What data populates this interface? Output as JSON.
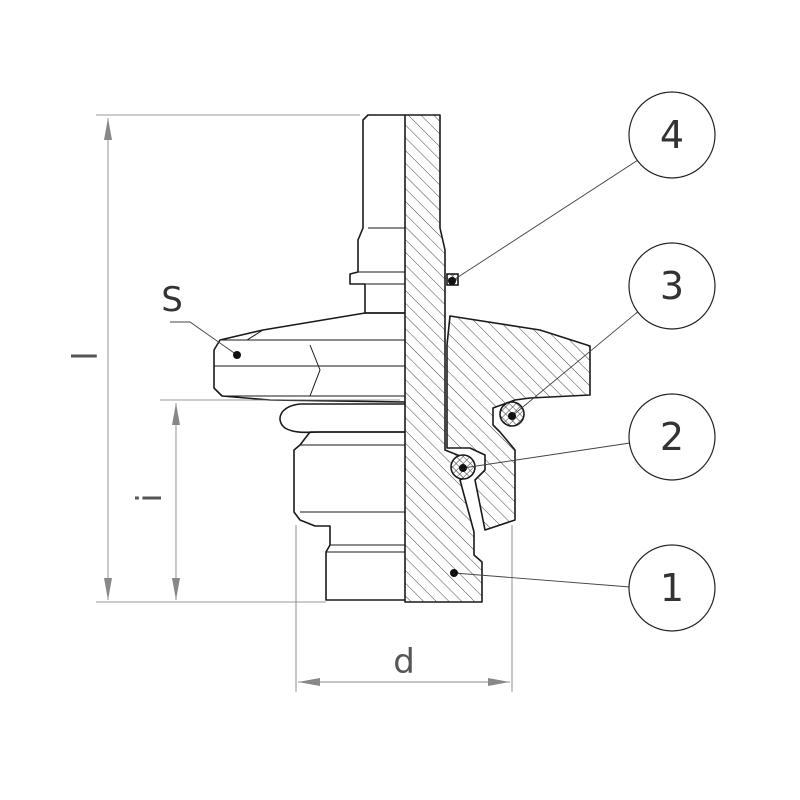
{
  "dimensions": {
    "l": "l",
    "i": "i",
    "d": "d",
    "s": "S"
  },
  "parts": [
    {
      "number": "1"
    },
    {
      "number": "2"
    },
    {
      "number": "3"
    },
    {
      "number": "4"
    }
  ],
  "colors": {
    "line": "#1a1a1a",
    "dimension": "#888888",
    "background": "#ffffff"
  }
}
